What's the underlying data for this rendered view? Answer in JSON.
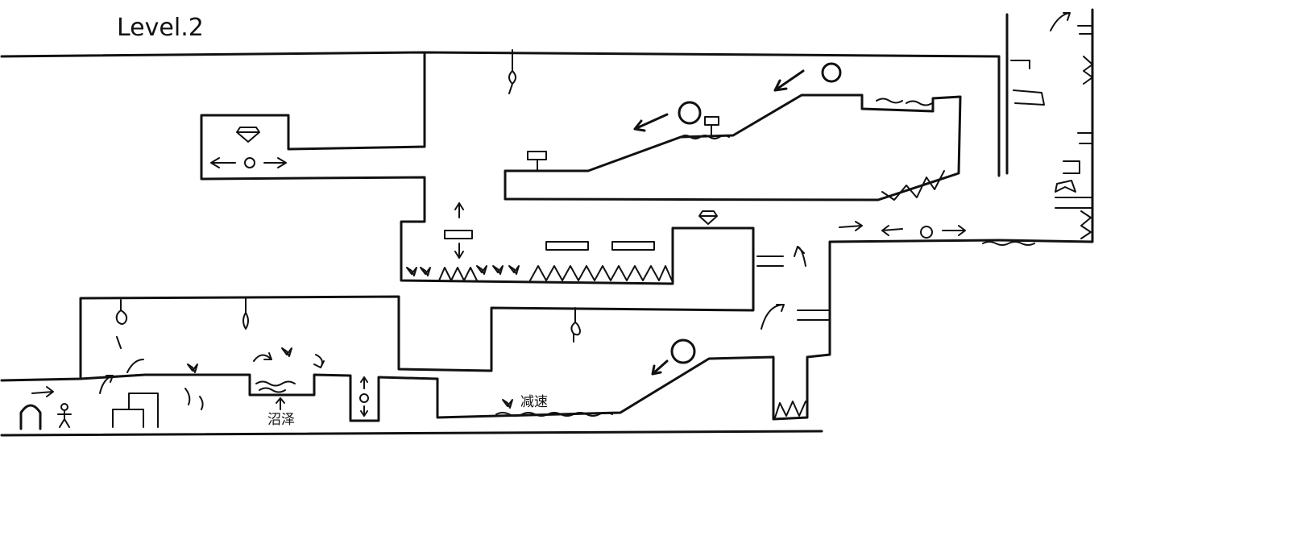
{
  "level_title": "Level.2",
  "annotations": {
    "swamp_label": "沼泽",
    "slow_label": "减速"
  },
  "colors": {
    "ink": "#111111",
    "paper": "#ffffff"
  }
}
